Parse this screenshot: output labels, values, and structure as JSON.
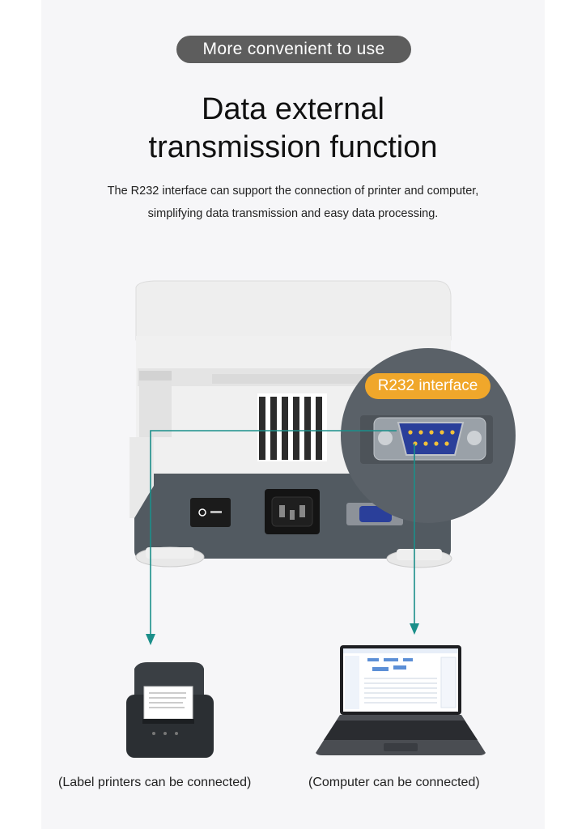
{
  "badge": {
    "text": "More convenient to use"
  },
  "title": {
    "line1": "Data external",
    "line2": "transmission function"
  },
  "description": {
    "line1": "The R232 interface can support the connection of printer and computer,",
    "line2": "simplifying data transmission and easy data processing."
  },
  "callout": {
    "label": "R232 interface"
  },
  "captions": {
    "printer": "(Label printers can be connected)",
    "computer": "(Computer can be connected)"
  },
  "colors": {
    "accent": "#f5b339",
    "callout": "#f0a72b",
    "arrow": "#1b8f8a",
    "connector": "#2a3f9a",
    "device_dark": "#525a61"
  }
}
